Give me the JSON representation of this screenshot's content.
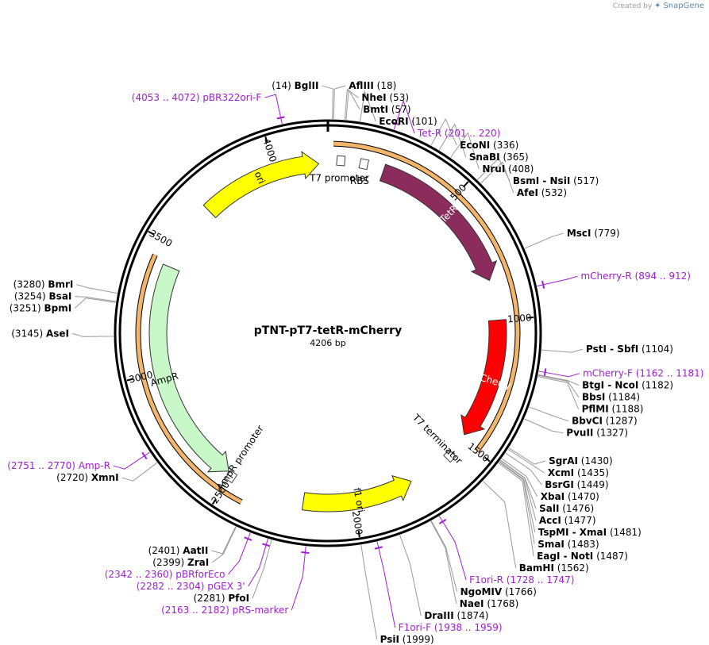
{
  "brand": {
    "created_by": "Created by",
    "product": "SnapGene"
  },
  "plasmid": {
    "name": "pTNT-pT7-tetR-mCherry",
    "size_label": "4206 bp",
    "length": 4206
  },
  "colors": {
    "tetR": "#8b2c5c",
    "mCherry": "#ff0000",
    "ori": "#ffff00",
    "f1ori": "#ffff00",
    "ampR": "#c8f8c8",
    "primer": "#a020d0",
    "orange_bar": "#f2b56b",
    "backbone": "#000000"
  },
  "ticks": [
    {
      "bp": 500,
      "label": "500"
    },
    {
      "bp": 1000,
      "label": "1000"
    },
    {
      "bp": 1500,
      "label": "1500"
    },
    {
      "bp": 2000,
      "label": "2000"
    },
    {
      "bp": 2500,
      "label": "2500"
    },
    {
      "bp": 3000,
      "label": "3000"
    },
    {
      "bp": 3500,
      "label": "3500"
    },
    {
      "bp": 4000,
      "label": "4000"
    }
  ],
  "features": [
    {
      "name": "TetR",
      "start": 220,
      "end": 840,
      "direction": "cw",
      "color": "#8b2c5c",
      "text_color": "#ffffff"
    },
    {
      "name": "mCherry",
      "start": 1000,
      "end": 1480,
      "direction": "cw",
      "color": "#ff0000",
      "text_color": "#ffffff"
    },
    {
      "name": "f1 ori",
      "start": 1760,
      "end": 2200,
      "direction": "ccw",
      "color": "#ffff00",
      "text_color": "#000000"
    },
    {
      "name": "AmpR",
      "start": 2520,
      "end": 3420,
      "direction": "ccw",
      "color": "#c8f8c8",
      "text_color": "#000000"
    },
    {
      "name": "ori",
      "start": 3690,
      "end": 4170,
      "direction": "cw",
      "color": "#ffff00",
      "text_color": "#000000"
    }
  ],
  "small_features": [
    {
      "name": "T7 promoter",
      "bp": 50
    },
    {
      "name": "RBS",
      "bp": 140
    },
    {
      "name": "T7 terminator",
      "bp": 1580
    },
    {
      "name": "AmpR promoter",
      "bp": 2500
    }
  ],
  "primer_bars": [
    {
      "start": 20,
      "end": 1500
    },
    {
      "start": 2420,
      "end": 3440
    }
  ],
  "sites": [
    {
      "pos_label": "(14)",
      "name": "BglII",
      "side": "left",
      "bp": 14
    },
    {
      "name": "AflIII",
      "pos_label": "(18)",
      "side": "right",
      "bp": 18
    },
    {
      "name": "NheI",
      "pos_label": "(53)",
      "side": "right",
      "bp": 53
    },
    {
      "name": "BmtI",
      "pos_label": "(57)",
      "side": "right",
      "bp": 57
    },
    {
      "name": "EcoRI",
      "pos_label": "(101)",
      "side": "right",
      "bp": 101
    },
    {
      "name": "EcoNI",
      "pos_label": "(336)",
      "side": "right",
      "bp": 336
    },
    {
      "name": "SnaBI",
      "pos_label": "(365)",
      "side": "right",
      "bp": 365
    },
    {
      "name": "NruI",
      "pos_label": "(408)",
      "side": "right",
      "bp": 408
    },
    {
      "name": "BsmI - NsiI",
      "pos_label": "(517)",
      "side": "right",
      "bp": 517
    },
    {
      "name": "AfeI",
      "pos_label": "(532)",
      "side": "right",
      "bp": 532
    },
    {
      "name": "MscI",
      "pos_label": "(779)",
      "side": "right",
      "bp": 779
    },
    {
      "name": "PstI - SbfI",
      "pos_label": "(1104)",
      "side": "right",
      "bp": 1104
    },
    {
      "name": "BtgI - NcoI",
      "pos_label": "(1182)",
      "side": "right",
      "bp": 1182
    },
    {
      "name": "BbsI",
      "pos_label": "(1184)",
      "side": "right",
      "bp": 1184
    },
    {
      "name": "PflMI",
      "pos_label": "(1188)",
      "side": "right",
      "bp": 1188
    },
    {
      "name": "BbvCI",
      "pos_label": "(1287)",
      "side": "right",
      "bp": 1287
    },
    {
      "name": "PvuII",
      "pos_label": "(1327)",
      "side": "right",
      "bp": 1327
    },
    {
      "name": "SgrAI",
      "pos_label": "(1430)",
      "side": "right",
      "bp": 1430
    },
    {
      "name": "XcmI",
      "pos_label": "(1435)",
      "side": "right",
      "bp": 1435
    },
    {
      "name": "BsrGI",
      "pos_label": "(1449)",
      "side": "right",
      "bp": 1449
    },
    {
      "name": "XbaI",
      "pos_label": "(1470)",
      "side": "right",
      "bp": 1470
    },
    {
      "name": "SalI",
      "pos_label": "(1476)",
      "side": "right",
      "bp": 1476
    },
    {
      "name": "AccI",
      "pos_label": "(1477)",
      "side": "right",
      "bp": 1477
    },
    {
      "name": "TspMI - XmaI",
      "pos_label": "(1481)",
      "side": "right",
      "bp": 1481
    },
    {
      "name": "SmaI",
      "pos_label": "(1483)",
      "side": "right",
      "bp": 1483
    },
    {
      "name": "EagI - NotI",
      "pos_label": "(1487)",
      "side": "right",
      "bp": 1487
    },
    {
      "name": "BamHI",
      "pos_label": "(1562)",
      "side": "right",
      "bp": 1562
    },
    {
      "name": "NgoMIV",
      "pos_label": "(1766)",
      "side": "right",
      "bp": 1766
    },
    {
      "name": "NaeI",
      "pos_label": "(1768)",
      "side": "right",
      "bp": 1768
    },
    {
      "name": "DraIII",
      "pos_label": "(1874)",
      "side": "right",
      "bp": 1874
    },
    {
      "name": "PsiI",
      "pos_label": "(1999)",
      "side": "right",
      "bp": 1999
    },
    {
      "pos_label": "(2281)",
      "name": "PfoI",
      "side": "left",
      "bp": 2281
    },
    {
      "pos_label": "(2399)",
      "name": "ZraI",
      "side": "left",
      "bp": 2399
    },
    {
      "pos_label": "(2401)",
      "name": "AatII",
      "side": "left",
      "bp": 2401
    },
    {
      "pos_label": "(2720)",
      "name": "XmnI",
      "side": "left",
      "bp": 2720
    },
    {
      "pos_label": "(3145)",
      "name": "AseI",
      "side": "left",
      "bp": 3145
    },
    {
      "pos_label": "(3251)",
      "name": "BpmI",
      "side": "left",
      "bp": 3251
    },
    {
      "pos_label": "(3254)",
      "name": "BsaI",
      "side": "left",
      "bp": 3254
    },
    {
      "pos_label": "(3280)",
      "name": "BmrI",
      "side": "left",
      "bp": 3280
    }
  ],
  "primers": [
    {
      "pos_label": "(4053 .. 4072)",
      "name": "pBR322ori-F",
      "side": "left",
      "bp": 4062
    },
    {
      "name": "Tet-R",
      "pos_label": "(201 .. 220)",
      "side": "right",
      "bp": 210
    },
    {
      "name": "mCherry-R",
      "pos_label": "(894 .. 912)",
      "side": "right",
      "bp": 903
    },
    {
      "name": "mCherry-F",
      "pos_label": "(1162 .. 1181)",
      "side": "right",
      "bp": 1171
    },
    {
      "name": "F1ori-R",
      "pos_label": "(1728 .. 1747)",
      "side": "right",
      "bp": 1737
    },
    {
      "name": "F1ori-F",
      "pos_label": "(1938 .. 1959)",
      "side": "right",
      "bp": 1948
    },
    {
      "pos_label": "(2163 .. 2182)",
      "name": "pRS-marker",
      "side": "left",
      "bp": 2172
    },
    {
      "pos_label": "(2282 .. 2304)",
      "name": "pGEX 3'",
      "side": "left",
      "bp": 2293
    },
    {
      "pos_label": "(2342 .. 2360)",
      "name": "pBRforEco",
      "side": "left",
      "bp": 2351
    },
    {
      "pos_label": "(2751 .. 2770)",
      "name": "Amp-R",
      "side": "left",
      "bp": 2760
    }
  ]
}
